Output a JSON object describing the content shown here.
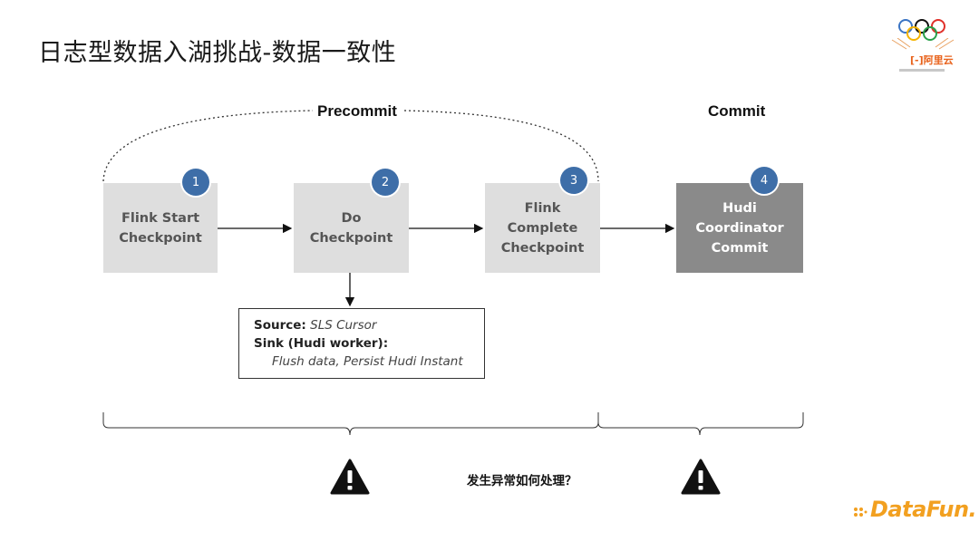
{
  "title": "日志型数据入湖挑战-数据一致性",
  "phases": {
    "precommit": "Precommit",
    "commit": "Commit"
  },
  "steps": [
    {
      "num": "1",
      "label": "Flink Start\nCheckpoint"
    },
    {
      "num": "2",
      "label": "Do\nCheckpoint"
    },
    {
      "num": "3",
      "label": "Flink\nComplete\nCheckpoint"
    },
    {
      "num": "4",
      "label": "Hudi Coordinator\nCommit"
    }
  ],
  "detail": {
    "source_label": "Source:",
    "source_value": "SLS Cursor",
    "sink_label": "Sink (Hudi worker):",
    "sink_value": "Flush data, Persist Hudi Instant"
  },
  "question": "发生异常如何处理？",
  "logos": {
    "datafun": "DataFun.",
    "aliyun": "阿里云",
    "aliyun_mark": "[-]"
  },
  "colors": {
    "badge": "#3e6ea8",
    "step_box": "#dedede",
    "commit_box": "#8a8a8a",
    "datafun": "#f2a020",
    "aliyun": "#e8621b"
  }
}
